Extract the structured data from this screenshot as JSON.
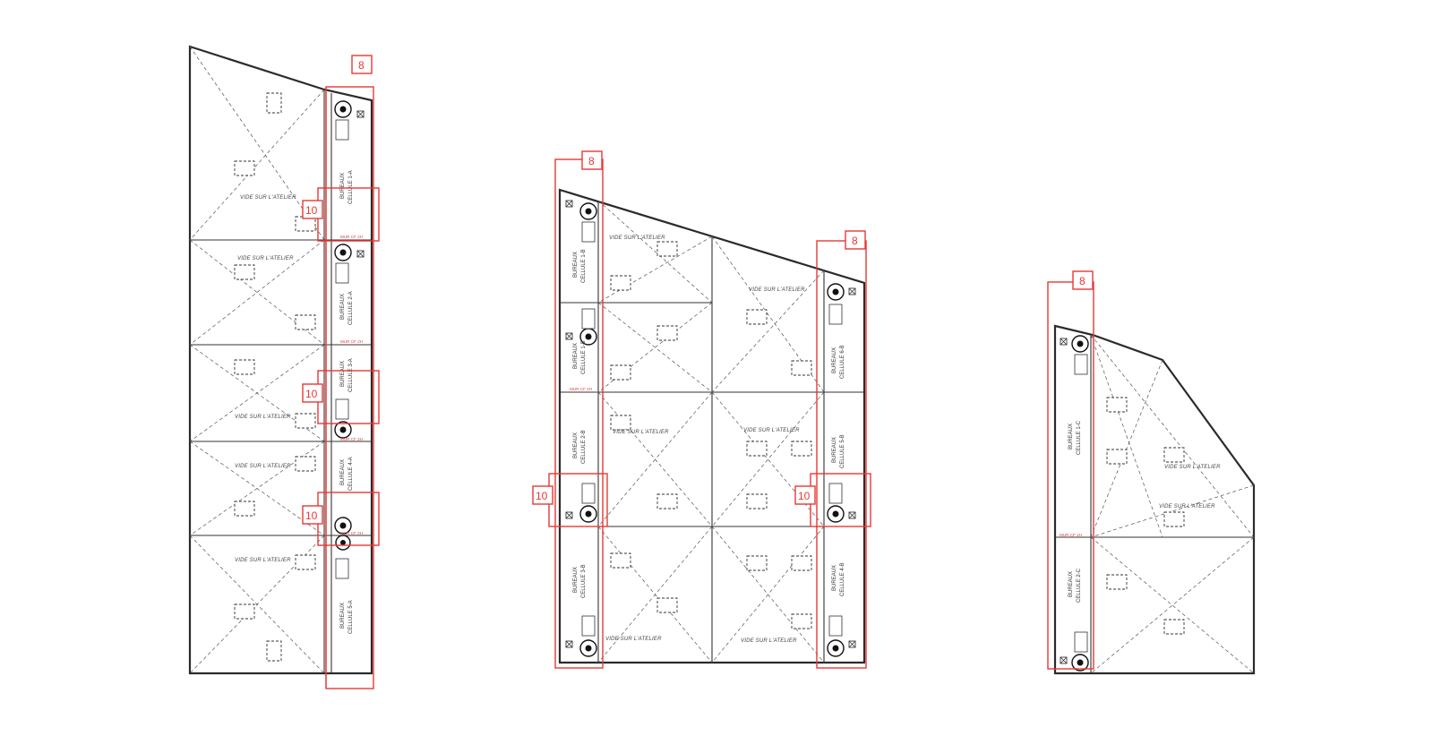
{
  "labels": {
    "void": "VIDE SUR L'ATELIER",
    "office_prefix": "BUREAUX",
    "wall": "MUR CF 2H"
  },
  "tags": {
    "eight": "8",
    "ten": "10"
  },
  "cells": {
    "c1a": "CELLULE 1-A",
    "c2a": "CELLULE 2-A",
    "c3a": "CELLULE 3-A",
    "c4a": "CELLULE 4-A",
    "c5a": "CELLULE 5-A",
    "c1b": "CELLULE 1-B",
    "c1b2": "CELLULE 1-B",
    "c2b": "CELLULE 2-B",
    "c3b": "CELLULE 3-B",
    "c6b": "CELLULE 6-B",
    "c5b": "CELLULE 5-B",
    "c4b": "CELLULE 4-B",
    "c1c": "CELLULE 1-C",
    "c2c": "CELLULE 2-C"
  },
  "colors": {
    "annotation": "#e53935",
    "walls": "#2b2b2b"
  }
}
